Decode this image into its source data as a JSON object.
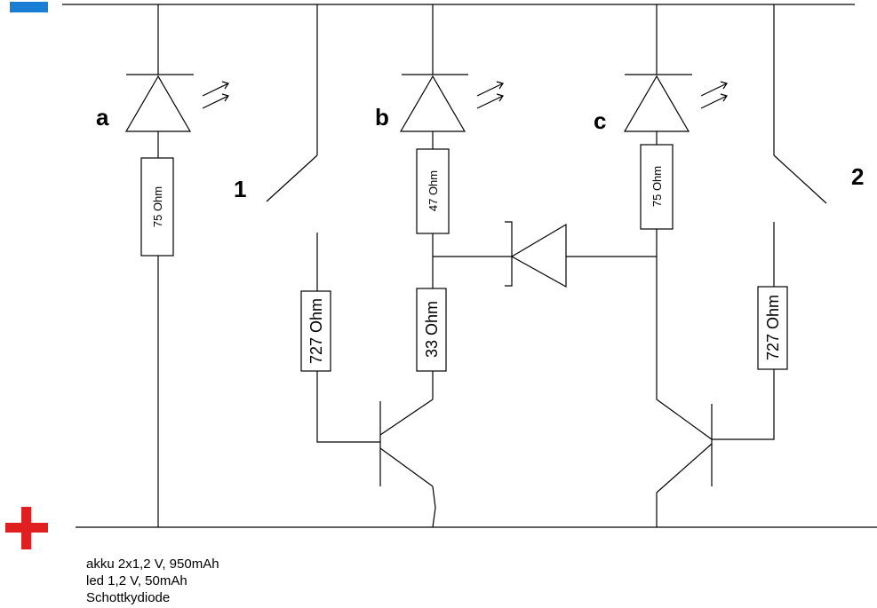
{
  "labels": {
    "minus_symbol": "−",
    "plus_symbol": "+",
    "led_a": "a",
    "led_b": "b",
    "led_c": "c",
    "switch_1": "1",
    "switch_2": "2"
  },
  "resistors": {
    "r_a": "75 Ohm",
    "r_b": "47 Ohm",
    "r_c": "75 Ohm",
    "r_base_left": "727 Ohm",
    "r_collector": "33 Ohm",
    "r_base_right": "727 Ohm"
  },
  "notes": [
    "akku 2x1,2 V, 950mAh",
    "led 1,2 V, 50mAh",
    "Schottkydiode"
  ],
  "colors": {
    "minus": "#1a7fd4",
    "plus": "#e02020",
    "wire": "#000000"
  }
}
